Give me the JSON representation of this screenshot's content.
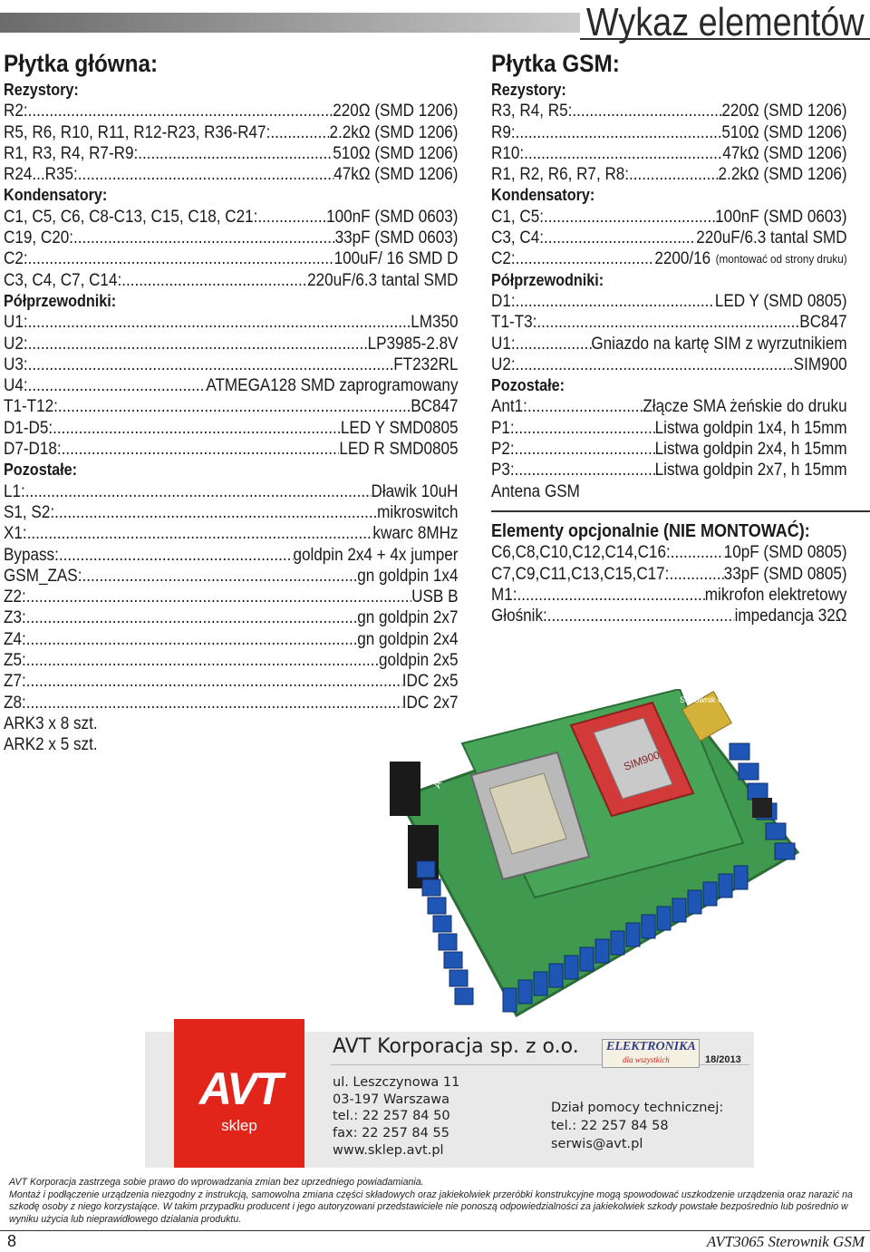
{
  "header": {
    "title": "Wykaz elementów"
  },
  "main_board": {
    "title": "Płytka główna:",
    "resistors_label": "Rezystory:",
    "resistors": [
      {
        "ref": "R2:",
        "value": "220Ω (SMD 1206)"
      },
      {
        "ref": "R5, R6, R10, R11, R12-R23, R36-R47:",
        "value": "2.2kΩ (SMD 1206)"
      },
      {
        "ref": "R1, R3, R4, R7-R9:",
        "value": "510Ω (SMD 1206)"
      },
      {
        "ref": "R24...R35:",
        "value": "47kΩ (SMD 1206)"
      }
    ],
    "capacitors_label": "Kondensatory:",
    "capacitors": [
      {
        "ref": "C1, C5, C6, C8-C13, C15, C18, C21:",
        "value": "100nF (SMD 0603)"
      },
      {
        "ref": "C19, C20:",
        "value": "33pF (SMD 0603)"
      },
      {
        "ref": "C2:",
        "value": "100uF/ 16 SMD D"
      },
      {
        "ref": "C3, C4, C7, C14:",
        "value": "220uF/6.3 tantal SMD"
      }
    ],
    "semiconductors_label": "Półprzewodniki:",
    "semiconductors": [
      {
        "ref": "U1:",
        "value": "LM350"
      },
      {
        "ref": "U2:",
        "value": "LP3985-2.8V"
      },
      {
        "ref": "U3:",
        "value": "FT232RL"
      },
      {
        "ref": "U4:",
        "value": "ATMEGA128 SMD zaprogramowany"
      },
      {
        "ref": "T1-T12:",
        "value": "BC847"
      },
      {
        "ref": "D1-D5:",
        "value": "LED Y SMD0805"
      },
      {
        "ref": "D7-D18:",
        "value": "LED R SMD0805"
      }
    ],
    "other_label": "Pozostałe:",
    "other": [
      {
        "ref": "L1:",
        "value": "Dławik 10uH"
      },
      {
        "ref": "S1, S2:",
        "value": "mikroswitch"
      },
      {
        "ref": "X1:",
        "value": "kwarc 8MHz"
      },
      {
        "ref": "Bypass:",
        "value": "goldpin 2x4 + 4x jumper"
      },
      {
        "ref": "GSM_ZAS:",
        "value": "gn goldpin 1x4"
      },
      {
        "ref": "Z2:",
        "value": "USB B"
      },
      {
        "ref": "Z3:",
        "value": "gn goldpin 2x7"
      },
      {
        "ref": "Z4:",
        "value": "gn goldpin 2x4"
      },
      {
        "ref": "Z5:",
        "value": "goldpin 2x5"
      },
      {
        "ref": "Z7:",
        "value": "IDC 2x5"
      },
      {
        "ref": "Z8:",
        "value": "IDC 2x7"
      }
    ],
    "extra": [
      "ARK3 x 8 szt.",
      "ARK2 x 5 szt."
    ]
  },
  "gsm_board": {
    "title": "Płytka GSM:",
    "resistors_label": "Rezystory:",
    "resistors": [
      {
        "ref": "R3, R4, R5:",
        "value": "220Ω (SMD 1206)"
      },
      {
        "ref": "R9:",
        "value": "510Ω (SMD 1206)"
      },
      {
        "ref": "R10:",
        "value": "47kΩ (SMD 1206)"
      },
      {
        "ref": "R1, R2, R6, R7, R8:",
        "value": "2.2kΩ (SMD 1206)"
      }
    ],
    "capacitors_label": "Kondensatory:",
    "capacitors": [
      {
        "ref": "C1, C5:",
        "value": "100nF (SMD 0603)"
      },
      {
        "ref": "C3, C4:",
        "value": "220uF/6.3 tantal SMD"
      },
      {
        "ref": "C2:",
        "value": "2200/16",
        "note": "(montować od strony druku)"
      }
    ],
    "semiconductors_label": "Półprzewodniki:",
    "semiconductors": [
      {
        "ref": "D1:",
        "value": "LED Y (SMD 0805)"
      },
      {
        "ref": "T1-T3:",
        "value": "BC847"
      },
      {
        "ref": "U1:",
        "value": "Gniazdo na kartę SIM z wyrzutnikiem"
      },
      {
        "ref": "U2:",
        "value": ".SIM900"
      }
    ],
    "other_label": "Pozostałe:",
    "other": [
      {
        "ref": "Ant1:",
        "value": "Złącze SMA żeńskie do druku"
      },
      {
        "ref": "P1:",
        "value": "Listwa goldpin 1x4, h 15mm"
      },
      {
        "ref": "P2:",
        "value": "Listwa goldpin 2x4, h 15mm"
      },
      {
        "ref": "P3:",
        "value": "Listwa goldpin 2x7, h 15mm"
      }
    ],
    "extra": [
      "Antena GSM"
    ]
  },
  "optional": {
    "title": "Elementy opcjonalnie (NIE MONTOWAĆ):",
    "items": [
      {
        "ref": "C6,C8,C10,C12,C14,C16:",
        "value": "10pF (SMD 0805)"
      },
      {
        "ref": "C7,C9,C11,C13,C15,C17:",
        "value": "33pF (SMD 0805)"
      },
      {
        "ref": "M1:",
        "value": "mikrofon elektretowy"
      },
      {
        "ref": "Głośnik:",
        "value": "impedancja 32Ω"
      }
    ]
  },
  "photo": {
    "gsm_label": "Sterownik GSM",
    "module_label": "SIM900",
    "board_code": "AVT 3065/2",
    "colors": {
      "pcb": "#3f9a4f",
      "terminal": "#1f55b5",
      "module": "#d23a3a"
    }
  },
  "ad": {
    "logo_text": "AVT",
    "logo_sub": "sklep",
    "company": "AVT Korporacja sp. z o.o.",
    "address": [
      "ul. Leszczynowa 11",
      "03-197 Warszawa",
      "tel.: 22 257 84 50",
      "fax: 22 257 84 55",
      "www.sklep.avt.pl"
    ],
    "help": [
      "Dział pomocy technicznej:",
      "tel.: 22 257 84 58",
      "serwis@avt.pl"
    ],
    "magazine": "ELEKTRONIKA",
    "magazine_sub": "dla wszystkich",
    "issue": "18/2013",
    "brand_color": "#e1251b"
  },
  "disclaimer": [
    "AVT Korporacja zastrzega sobie prawo do wprowadzania zmian bez uprzedniego powiadamiania.",
    "Montaż i podłączenie urządzenia niezgodny z instrukcją, samowolna zmiana części składowych oraz jakiekolwiek przeróbki konstrukcyjne mogą spowodować uszkodzenie urządzenia oraz narazić na szkodę osoby z niego korzystające. W takim przypadku producent i jego autoryzowani przedstawiciele nie ponoszą odpowiedzialności za jakiekolwiek szkody powstałe bezpośrednio lub pośrednio w wyniku użycia lub nieprawidłowego działania produktu."
  ],
  "footer": {
    "page": "8",
    "title": "AVT3065   Sterownik GSM"
  }
}
